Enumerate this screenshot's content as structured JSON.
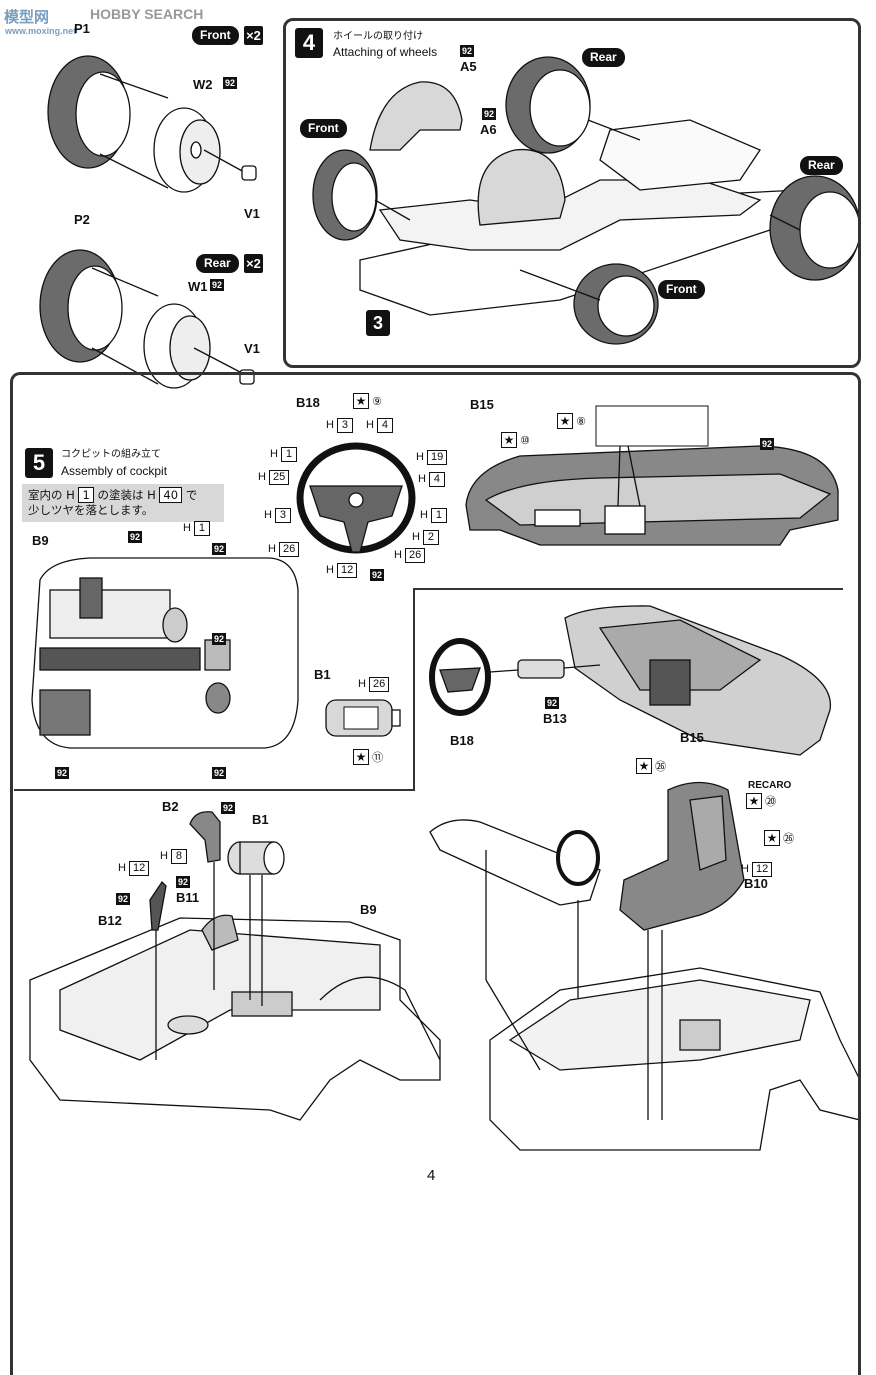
{
  "watermark": {
    "brand": "模型网",
    "brand_en": "HOBBY SEARCH",
    "url": "www.moxing.net"
  },
  "page_number": "4",
  "wheels": {
    "p1": "P1",
    "w2": "W2",
    "v1_top": "V1",
    "front_label": "Front",
    "times": "×2",
    "p2": "P2",
    "w1": "W1",
    "v1_bottom": "V1",
    "rear_label": "Rear",
    "color_code": "92"
  },
  "step4": {
    "number": "4",
    "title_jp": "ホイールの取り付け",
    "title_en": "Attaching of wheels",
    "a5": "A5",
    "a6": "A6",
    "color_code": "92",
    "rear_top": "Rear",
    "rear_right": "Rear",
    "front_left": "Front",
    "front_bottom": "Front",
    "ref_step": "3"
  },
  "step5": {
    "number": "5",
    "title_jp": "コクピットの組み立て",
    "title_en": "Assembly of cockpit",
    "note_line1_a": "室内の",
    "note_line1_b": "の塗装は",
    "note_line1_c": "で",
    "note_line2": "少しツヤを落とします。",
    "note_h1": "1",
    "note_h40": "40",
    "note_H": "H",
    "b9": "B9",
    "b9_h1": "1",
    "code92": "92",
    "b18": "B18",
    "b18_star": "⑨",
    "steer_labels": [
      "3",
      "4",
      "1",
      "19",
      "25",
      "4",
      "3",
      "1",
      "26",
      "2",
      "26",
      "12"
    ],
    "b15": "B15",
    "b15_star1": "⑩",
    "b15_star2": "⑧",
    "b1": "B1",
    "b1_h26": "26",
    "b1_star": "⑪",
    "assy_b18": "B18",
    "assy_b13": "B13",
    "assy_b15": "B15",
    "b2": "B2",
    "b1_lower": "B1",
    "b11": "B11",
    "b12": "B12",
    "b9_lower": "B9",
    "h12_left": "12",
    "h8": "8",
    "seat_star_top": "㉖",
    "recaro": "RECARO",
    "seat_star_20": "⑳",
    "seat_star_26": "㉖",
    "b10_h12": "12",
    "b10": "B10"
  },
  "colors": {
    "ink": "#111111",
    "tire_gray": "#6b6b6b",
    "light_gray": "#d8d8d8",
    "watermark": "#7a9ec0"
  }
}
